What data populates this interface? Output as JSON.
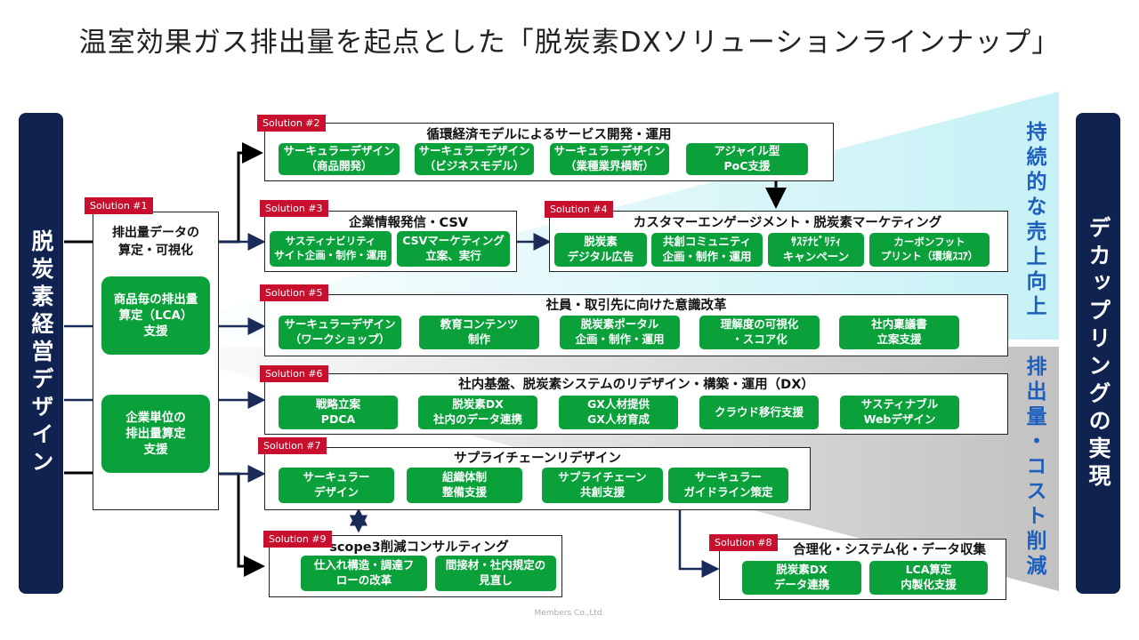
{
  "title": "温室効果ガス排出量を起点とした「脱炭素DXソリューションラインナップ」",
  "left_bar": "脱炭素経営デザイン",
  "right_bar": "デカップリングの実現",
  "side_labels": {
    "upper": "持続的な売上向上",
    "lower": "排出量・コスト削減"
  },
  "colors": {
    "navy": "#0f2250",
    "green": "#0aa13b",
    "tag_red": "#c8102e",
    "accent_blue": "#1d5fbf",
    "cyan_fill": "#c6f1f6",
    "gray_fill": "#cfcfcf"
  },
  "footer": "Members Co.,Ltd.",
  "solutions": {
    "s1": {
      "tag": "Solution #1",
      "title": "排出量データの\n算定・可視化",
      "items": [
        "商品毎の排出量\n算定（LCA）\n支援",
        "企業単位の\n排出量算定\n支援"
      ]
    },
    "s2": {
      "tag": "Solution #2",
      "title": "循環経済モデルによるサービス開発・運用",
      "items": [
        "サーキュラーデザイン\n（商品開発）",
        "サーキュラーデザイン\n（ビジネスモデル）",
        "サーキュラーデザイン\n（業種業界横断）",
        "アジャイル型\nPoC支援"
      ]
    },
    "s3": {
      "tag": "Solution #3",
      "title": "企業情報発信・CSV",
      "items": [
        "サスティナビリティ\nサイト企画・制作・運用",
        "CSVマーケティング\n立案、実行"
      ]
    },
    "s4": {
      "tag": "Solution #4",
      "title": "カスタマーエンゲージメント・脱炭素マーケティング",
      "items": [
        "脱炭素\nデジタル広告",
        "共創コミュニティ\n企画・制作・運用",
        "ｻｽﾃﾅﾋﾞﾘﾃｨ\nキャンペーン",
        "カーボンフット\nプリント（環境ｽｺｱ）"
      ]
    },
    "s5": {
      "tag": "Solution #5",
      "title": "社員・取引先に向けた意識改革",
      "items": [
        "サーキュラーデザイン\n（ワークショップ）",
        "教育コンテンツ\n制作",
        "脱炭素ポータル\n企画・制作・運用",
        "理解度の可視化\n・スコア化",
        "社内稟議書\n立案支援"
      ]
    },
    "s6": {
      "tag": "Solution #6",
      "title": "社内基盤、脱炭素システムのリデザイン・構築・運用（DX）",
      "items": [
        "戦略立案\nPDCA",
        "脱炭素DX\n社内のデータ連携",
        "GX人材提供\nGX人材育成",
        "クラウド移行支援",
        "サスティナブル\nWebデザイン"
      ]
    },
    "s7": {
      "tag": "Solution #7",
      "title": "サプライチェーンリデザイン",
      "items": [
        "サーキュラー\nデザイン",
        "組織体制\n整備支援",
        "サプライチェーン\n共創支援",
        "サーキュラー\nガイドライン策定"
      ]
    },
    "s8": {
      "tag": "Solution #8",
      "title": "合理化・システム化・データ収集",
      "items": [
        "脱炭素DX\nデータ連携",
        "LCA算定\n内製化支援"
      ]
    },
    "s9": {
      "tag": "Solution #9",
      "title": "scope3削減コンサルティング",
      "items": [
        "仕入れ構造・調達フ\nローの改革",
        "間接材・社内規定の\n見直し"
      ]
    }
  }
}
